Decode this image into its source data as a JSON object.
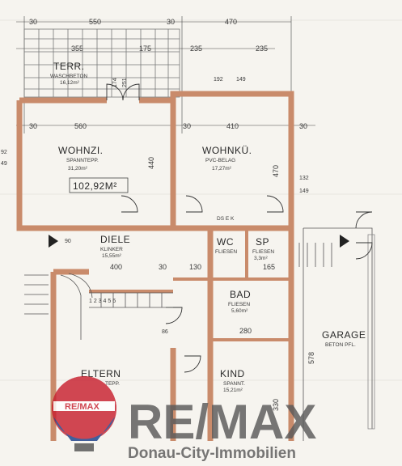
{
  "rooms": {
    "terrace": {
      "name": "TERR.",
      "floor": "WASCHBETON",
      "area": "16,12m²"
    },
    "wohnzimmer": {
      "name": "WOHNZI.",
      "floor": "SPANNTEPP.",
      "area": "31,20m²"
    },
    "wohnkueche": {
      "name": "WOHNKÜ.",
      "floor": "PVC-BELAG",
      "area": "17,27m²"
    },
    "diele": {
      "name": "DIELE",
      "floor": "KLINKER",
      "area": "15,55m²"
    },
    "wc": {
      "name": "WC",
      "floor": "FLIESEN"
    },
    "sp": {
      "name": "SP",
      "floor": "FLIESEN",
      "area": "3,3m²"
    },
    "bad": {
      "name": "BAD",
      "floor": "FLIESEN",
      "area": "5,60m²"
    },
    "garage": {
      "name": "GARAGE",
      "floor": "BETON PFL."
    },
    "eltern": {
      "name": "ELTERN",
      "floor": "TEPP."
    },
    "kind": {
      "name": "KIND",
      "floor": "SPANNT.",
      "area": "15,21m²"
    }
  },
  "total_area": "102,92M²",
  "dimensions": {
    "top_550": "550",
    "top_470": "470",
    "top_30a": "30",
    "top_30b": "30",
    "top_355": "355",
    "top_175": "175",
    "top_235a": "235",
    "top_235b": "235",
    "mid_560": "560",
    "mid_410": "410",
    "mid_30a": "30",
    "mid_30b": "30",
    "mid_30c": "30",
    "v_440": "440",
    "v_470": "470",
    "v_192": "192",
    "v_149a": "149",
    "v_132": "132",
    "v_149b": "149",
    "left_92": "92",
    "left_49": "49",
    "d_400": "400",
    "d_130": "130",
    "d_165": "165",
    "d_30": "30",
    "d_280": "280",
    "d_578": "578",
    "d_330": "330",
    "d_86": "86",
    "d_90": "90",
    "stairs": "1 2 3 4 5 6"
  },
  "window_labels": {
    "w1": "174",
    "w2": "251"
  },
  "symbols": {
    "compass": "DS E K"
  },
  "watermark": {
    "brand": "RE/MAX",
    "badge": "RE/MAX",
    "subtitle": "Donau-City-Immobilien"
  },
  "colors": {
    "wall": "#c98b6b",
    "background": "#f6f4ef",
    "watermark": "#5a5a5a",
    "balloon_red": "#c8202f",
    "balloon_blue": "#1a3f8a"
  }
}
